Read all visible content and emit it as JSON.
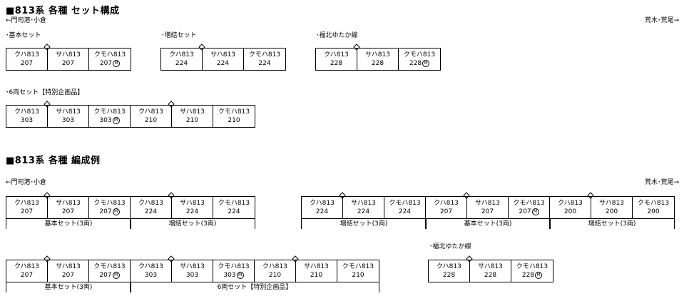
{
  "section1": {
    "title": "■813系 各種 セット構成",
    "dir_left": "←門司港･小倉",
    "dir_right": "荒木･荒尾→",
    "sets": [
      {
        "label": "･基本セット",
        "cars": [
          {
            "type": "クハ813",
            "num": "207"
          },
          {
            "type": "サハ813",
            "num": "207"
          },
          {
            "type": "クモハ813",
            "num": "207",
            "motor": true
          }
        ]
      },
      {
        "label": "･増結セット",
        "cars": [
          {
            "type": "クハ813",
            "num": "224"
          },
          {
            "type": "サハ813",
            "num": "224"
          },
          {
            "type": "クモハ813",
            "num": "224"
          }
        ]
      },
      {
        "label": "･福北ゆたか線",
        "cars": [
          {
            "type": "クハ813",
            "num": "228"
          },
          {
            "type": "サハ813",
            "num": "228"
          },
          {
            "type": "クモハ813",
            "num": "228",
            "motor": true
          }
        ]
      },
      {
        "label": "･6両セット【特別企画品】",
        "cars": [
          {
            "type": "クハ813",
            "num": "303"
          },
          {
            "type": "サハ813",
            "num": "303"
          },
          {
            "type": "クモハ813",
            "num": "303",
            "motor": true
          },
          {
            "type": "クハ813",
            "num": "210"
          },
          {
            "type": "サハ813",
            "num": "210"
          },
          {
            "type": "クモハ813",
            "num": "210"
          }
        ]
      }
    ]
  },
  "section2": {
    "title": "■813系 各種 編成例",
    "dir_left": "←門司港･小倉",
    "dir_right": "荒木･荒尾→",
    "fukuhoku_label": "･福北ゆたか線",
    "motor_symbol": "M",
    "formations": [
      {
        "cars": [
          {
            "type": "クハ813",
            "num": "207"
          },
          {
            "type": "サハ813",
            "num": "207"
          },
          {
            "type": "クモハ813",
            "num": "207",
            "motor": true
          },
          {
            "type": "クハ813",
            "num": "224"
          },
          {
            "type": "サハ813",
            "num": "224"
          },
          {
            "type": "クモハ813",
            "num": "224"
          }
        ],
        "segments": [
          "基本セット(3両)",
          "増結セット(3両)"
        ]
      },
      {
        "cars": [
          {
            "type": "クハ813",
            "num": "224"
          },
          {
            "type": "サハ813",
            "num": "224"
          },
          {
            "type": "クモハ813",
            "num": "224"
          },
          {
            "type": "クハ813",
            "num": "207"
          },
          {
            "type": "サハ813",
            "num": "207"
          },
          {
            "type": "クモハ813",
            "num": "207",
            "motor": true
          },
          {
            "type": "クハ813",
            "num": "200"
          },
          {
            "type": "サハ813",
            "num": "200"
          },
          {
            "type": "クモハ813",
            "num": "200"
          }
        ],
        "segments": [
          "増結セット(3両)",
          "基本セット(3両)",
          "増結セット(3両)"
        ]
      },
      {
        "cars": [
          {
            "type": "クハ813",
            "num": "207"
          },
          {
            "type": "サハ813",
            "num": "207"
          },
          {
            "type": "クモハ813",
            "num": "207",
            "motor": true
          },
          {
            "type": "クハ813",
            "num": "303"
          },
          {
            "type": "サハ813",
            "num": "303"
          },
          {
            "type": "クモハ813",
            "num": "303",
            "motor": true
          },
          {
            "type": "クハ813",
            "num": "210"
          },
          {
            "type": "サハ813",
            "num": "210"
          },
          {
            "type": "クモハ813",
            "num": "210"
          }
        ],
        "segments": [
          "基本セット(3両)",
          "6両セット【特別企画品】"
        ]
      },
      {
        "cars": [
          {
            "type": "クハ813",
            "num": "228"
          },
          {
            "type": "サハ813",
            "num": "228"
          },
          {
            "type": "クモハ813",
            "num": "228",
            "motor": true
          }
        ],
        "segments": []
      }
    ]
  }
}
